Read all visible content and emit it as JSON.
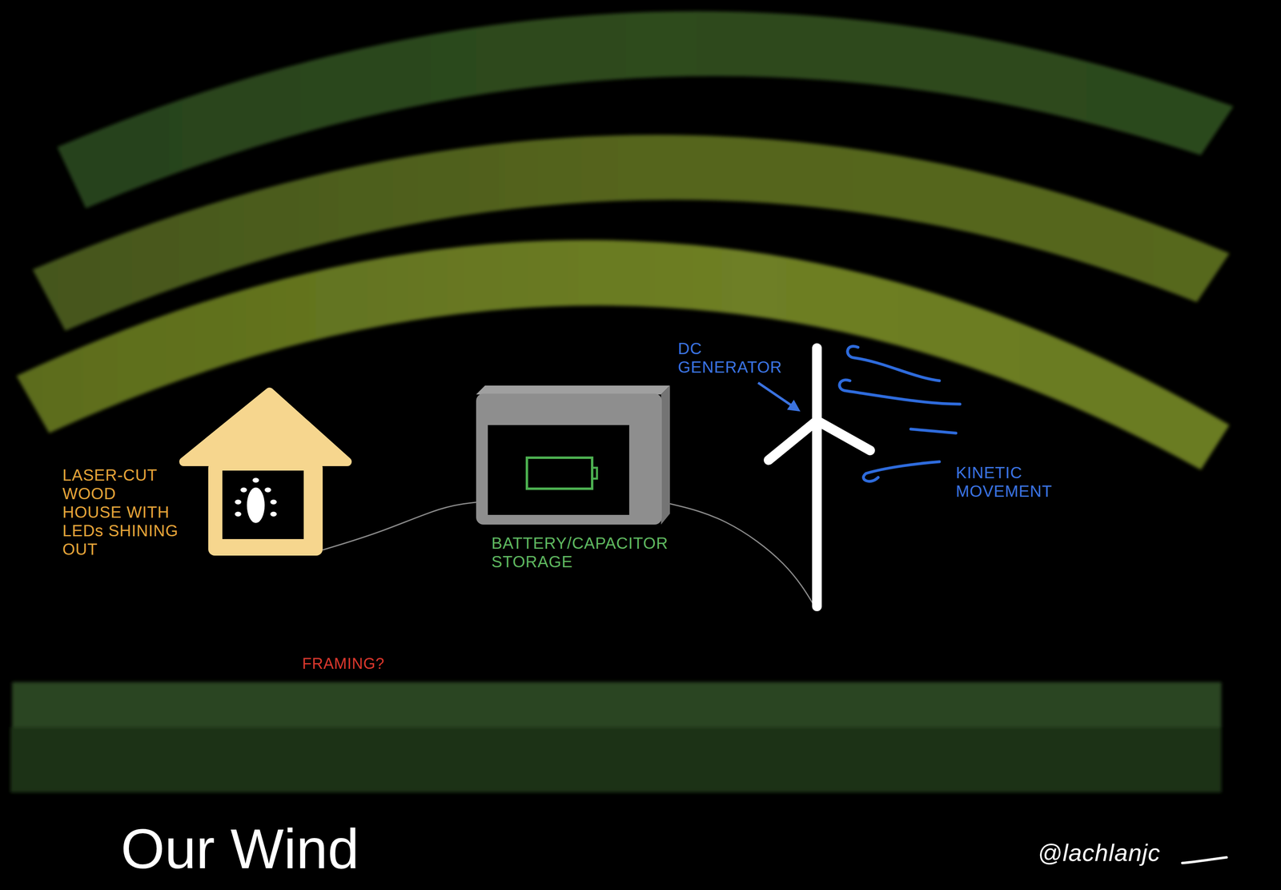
{
  "diagram": {
    "title": "Our Wind",
    "nodes": [
      {
        "text": [
          "LASER-CUT WOOD HOUSE WITH LEDs SHINING OUT"
        ]
      },
      {
        "text": [
          "BATTERY/CAPACITOR STORAGE"
        ]
      },
      {
        "text": [
          "DC GENERATOR"
        ]
      }
    ],
    "edges": [
      {
        "from": 0,
        "to": 1,
        "arrow": "none"
      },
      {
        "from": 1,
        "to": 2,
        "arrow": "none"
      }
    ],
    "labels": [
      "KINETIC MOVEMENT",
      "FRAMING?",
      "@lachlanjc"
    ]
  }
}
